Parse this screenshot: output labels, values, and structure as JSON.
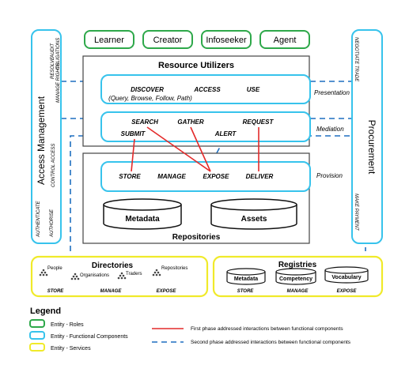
{
  "roles": [
    "Learner",
    "Creator",
    "Infoseeker",
    "Agent"
  ],
  "access_management": {
    "title": "Access Management",
    "col1": [
      "RESOLVE",
      "AUDIT"
    ],
    "col2": [
      "MANAGE RIGHTS",
      "OBLIGATIONS"
    ],
    "control_access": "CONTROL ACCESS",
    "authenticate": "AUTHENTICATE",
    "authorise": "AUTHORISE"
  },
  "procurement": {
    "title": "Procurement",
    "negotiate_trade": "NEGOTIATE TRADE",
    "make_payment": "MAKE PAYMENT"
  },
  "resource_utilizers": {
    "title": "Resource Utilizers",
    "presentation": {
      "discover": "DISCOVER",
      "access": "ACCESS",
      "use": "USE",
      "detail": "(Query, Browse, Follow, Path)"
    },
    "mediation": {
      "search": "SEARCH",
      "gather": "GATHER",
      "request": "REQUEST",
      "submit": "SUBMIT",
      "alert": "ALERT"
    }
  },
  "layers": {
    "presentation": "Presentation",
    "mediation": "Mediation",
    "provision": "Provision"
  },
  "provision": {
    "store": "STORE",
    "manage": "MANAGE",
    "expose": "EXPOSE",
    "deliver": "DELIVER"
  },
  "repositories": {
    "title": "Repositories",
    "metadata": "Metadata",
    "assets": "Assets"
  },
  "directories": {
    "title": "Directories",
    "people": "People",
    "organisations": "Organisations",
    "traders": "Traders",
    "repositories": "Repositories",
    "store": "STORE",
    "manage": "MANAGE",
    "expose": "EXPOSE"
  },
  "registries": {
    "title": "Registries",
    "metadata": "Metadata",
    "competency": "Competency",
    "vocabulary": "Vocabulary",
    "store": "STORE",
    "manage": "MANAGE",
    "expose": "EXPOSE"
  },
  "legend": {
    "title": "Legend",
    "roles": "Entity - Roles",
    "functional": "Entity - Functional Components",
    "services": "Entity - Services",
    "first_phase": "First phase addressed interactions between functional components",
    "second_phase": "Second phase addressed interactions between functional components"
  },
  "colors": {
    "roles": "#2ea84a",
    "functional": "#37c3ec",
    "services": "#f0ea2a",
    "first_phase": "#e32a2a",
    "second_phase": "#1f6fc0"
  }
}
